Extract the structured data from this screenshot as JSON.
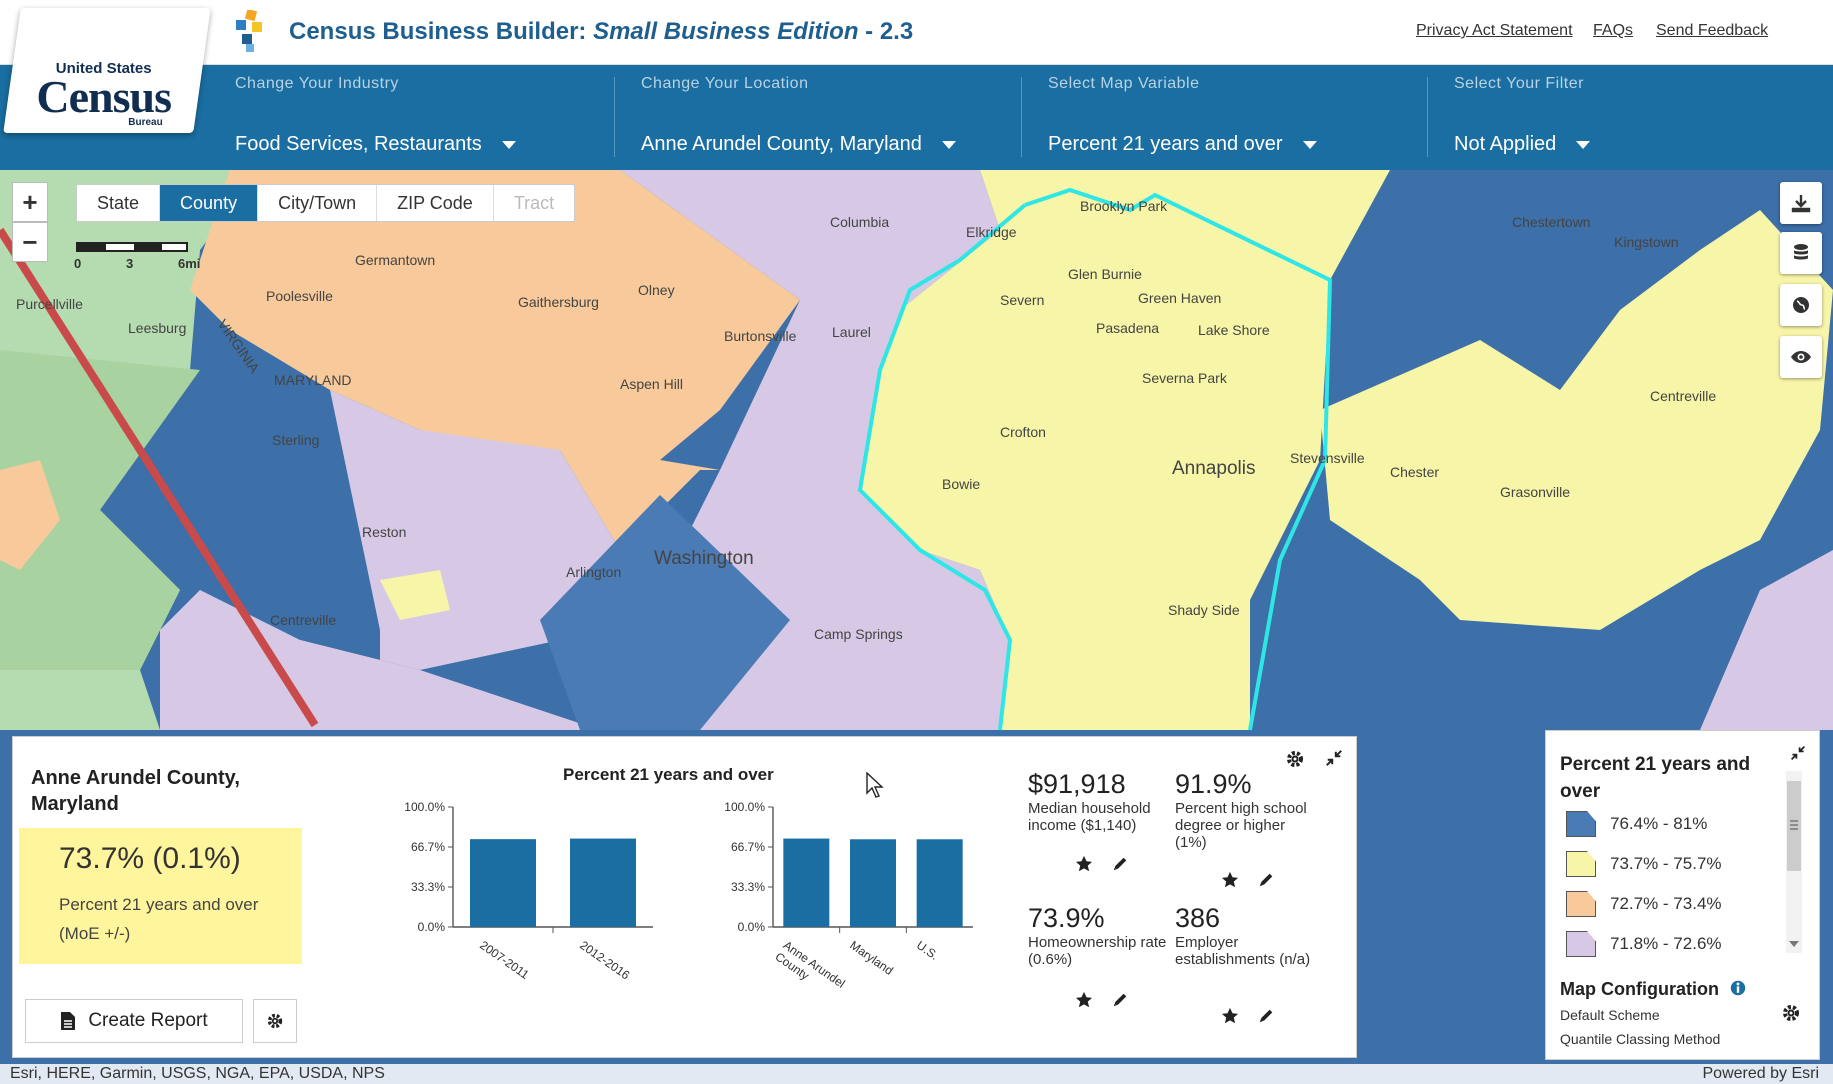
{
  "header": {
    "logo": {
      "line1": "United States",
      "line2": "Census",
      "line3": "Bureau"
    },
    "title_main": "Census Business Builder: ",
    "title_italic": "Small Business Edition",
    "title_version": " - 2.3",
    "links": [
      "Privacy Act Statement",
      "FAQs",
      "Send Feedback"
    ]
  },
  "selectors": [
    {
      "label": "Change Your Industry",
      "value": "Food Services, Restaurants"
    },
    {
      "label": "Change Your Location",
      "value": "Anne Arundel County, Maryland"
    },
    {
      "label": "Select Map Variable",
      "value": "Percent 21 years and over"
    },
    {
      "label": "Select Your Filter",
      "value": "Not Applied"
    }
  ],
  "map": {
    "zoom_in": "+",
    "zoom_out": "−",
    "geo_tabs": [
      "State",
      "County",
      "City/Town",
      "ZIP Code",
      "Tract"
    ],
    "active_tab": "County",
    "scale_labels": [
      "0",
      "3",
      "6mi"
    ],
    "place_labels": {
      "germantown": "Germantown",
      "poolesville": "Poolesville",
      "purcellville": "Purcellville",
      "leesburg": "Leesburg",
      "gaithersburg": "Gaithersburg",
      "olney": "Olney",
      "burtonsville": "Burtonsville",
      "aspen_hill": "Aspen Hill",
      "sterling": "Sterling",
      "reston": "Reston",
      "columbia": "Columbia",
      "elkridge": "Elkridge",
      "laurel": "Laurel",
      "glen_burnie": "Glen Burnie",
      "severn": "Severn",
      "green_haven": "Green Haven",
      "pasadena": "Pasadena",
      "lake_shore": "Lake Shore",
      "severna_park": "Severna Park",
      "crofton": "Crofton",
      "bowie": "Bowie",
      "annapolis": "Annapolis",
      "stevensville": "Stevensville",
      "chester": "Chester",
      "grasonville": "Grasonville",
      "chestertown": "Chestertown",
      "kingstown": "Kingstown",
      "centreville_md": "Centreville",
      "brooklyn_park": "Brooklyn Park",
      "washington": "Washington",
      "arlington": "Arlington",
      "camp_springs": "Camp Springs",
      "shady_side": "Shady Side",
      "centreville_va": "Centreville",
      "maryland": "MARYLAND",
      "virginia": "VIRGINIA"
    }
  },
  "info_panel": {
    "county_name": "Anne Arundel County, Maryland",
    "stat_value": "73.7% (0.1%)",
    "stat_desc": "Percent 21 years and over (MoE +/-)",
    "create_report": "Create Report",
    "chart_title": "Percent 21 years and over",
    "metrics": [
      {
        "value": "$91,918",
        "label": "Median household income ($1,140)"
      },
      {
        "value": "91.9%",
        "label": "Percent high school degree or higher (1%)"
      },
      {
        "value": "73.9%",
        "label": "Homeownership rate (0.6%)"
      },
      {
        "value": "386",
        "label": "Employer establishments (n/a)"
      }
    ]
  },
  "chart_data": [
    {
      "type": "bar",
      "categories": [
        "2007-2011",
        "2012-2016"
      ],
      "values": [
        73.2,
        73.7
      ],
      "yticks": [
        "100.0%",
        "66.7%",
        "33.3%",
        "0.0%"
      ],
      "ylim": [
        0,
        100
      ]
    },
    {
      "type": "bar",
      "categories": [
        "Anne Arundel County",
        "Maryland",
        "U.S."
      ],
      "values": [
        73.7,
        73.1,
        73.1
      ],
      "yticks": [
        "100.0%",
        "66.7%",
        "33.3%",
        "0.0%"
      ],
      "ylim": [
        0,
        100
      ]
    }
  ],
  "legend": {
    "title": "Percent 21 years and over",
    "items": [
      {
        "label": "76.4% - 81%",
        "color": "#4a7bb5"
      },
      {
        "label": "73.7% - 75.7%",
        "color": "#f7f5a8"
      },
      {
        "label": "72.7% - 73.4%",
        "color": "#f8c99a"
      },
      {
        "label": "71.8% - 72.6%",
        "color": "#d7c9e6"
      }
    ],
    "config_title": "Map Configuration",
    "config_lines": [
      "Default Scheme",
      "Quantile Classing Method"
    ]
  },
  "attribution": {
    "left": "Esri, HERE, Garmin, USGS, NGA, EPA, USDA, NPS",
    "right": "Powered by Esri"
  },
  "colors": {
    "accent": "#1a6ea1",
    "bar": "#1a6ea1",
    "highlight": "#fff59d",
    "boundary": "#2ee6e6"
  }
}
